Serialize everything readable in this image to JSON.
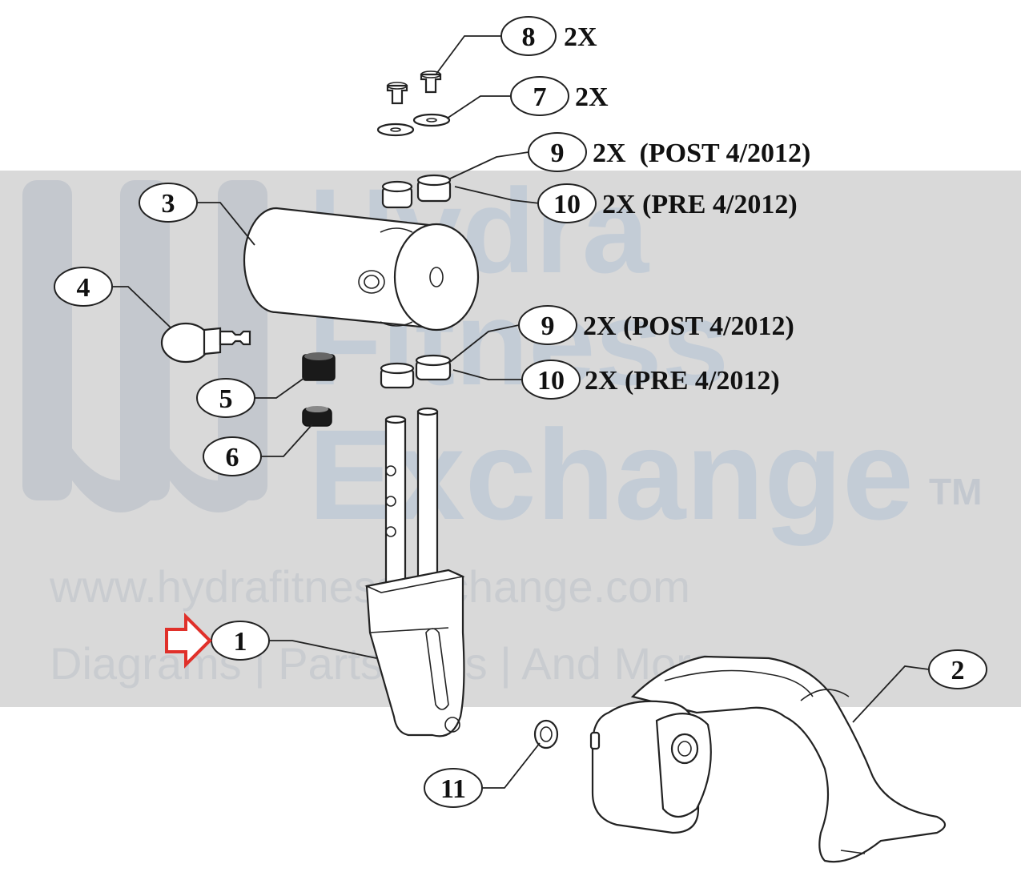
{
  "watermark": {
    "line1": "Hydra",
    "line2": "Fitness",
    "line3": "Exchange",
    "tm": "TM",
    "url": "www.hydrafitnessexchange.com",
    "tagline": "Diagrams | Parts Lists | And More"
  },
  "callouts": [
    {
      "id": "1",
      "qty": ""
    },
    {
      "id": "2",
      "qty": ""
    },
    {
      "id": "3",
      "qty": ""
    },
    {
      "id": "4",
      "qty": ""
    },
    {
      "id": "5",
      "qty": ""
    },
    {
      "id": "6",
      "qty": ""
    },
    {
      "id": "7",
      "qty": "2X"
    },
    {
      "id": "8",
      "qty": "2X"
    },
    {
      "id": "9",
      "qty": "2X  (POST 4/2012)"
    },
    {
      "id": "10",
      "qty": "2X (PRE 4/2012)"
    },
    {
      "id": "9",
      "qty": "2X (POST 4/2012)"
    },
    {
      "id": "10",
      "qty": "2X (PRE 4/2012)"
    },
    {
      "id": "11",
      "qty": ""
    }
  ],
  "colors": {
    "highlight_arrow": "#e0302a",
    "watermark_band": "#d9d9d9",
    "watermark_text": "#bfc6cf"
  },
  "highlighted_part": "1"
}
